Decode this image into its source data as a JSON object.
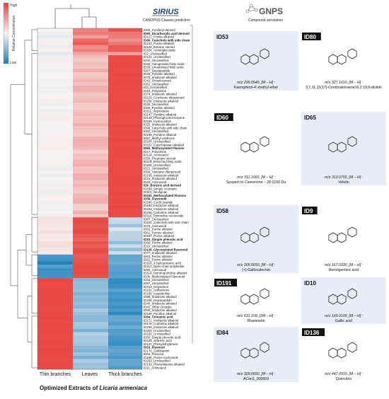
{
  "legend": {
    "high": "High",
    "low": "Low",
    "title": "Relative Concentration"
  },
  "headers": {
    "canopus_logo": "SIRIUS",
    "canopus_caption": "CANOPUS Classes prediction",
    "gnps_logo": "GNPS",
    "gnps_caption": "Compound annotation"
  },
  "columns": [
    "Thin branches",
    "Leaves",
    "Thick branches"
  ],
  "figure_caption": {
    "prefix": "Optimized Extracts of ",
    "species": "Licaria armeniaca"
  },
  "rows": [
    {
      "id": "ID92",
      "name": "Coniferyl derived",
      "bold": false
    },
    {
      "id": "ID90",
      "name": "Dicarboxylic acid derived",
      "bold": true
    },
    {
      "id": "ID127",
      "name": "Purine alkaloid",
      "bold": false
    },
    {
      "id": "ID60",
      "name": "Catechols with side chain",
      "bold": true
    },
    {
      "id": "ID142",
      "name": "Purine alkaloid",
      "bold": false
    },
    {
      "id": "ID128",
      "name": "Estrane steroid",
      "bold": false
    },
    {
      "id": "ID154",
      "name": "Aminoglycoside",
      "bold": false
    },
    {
      "id": "ID2",
      "name": "Unclassified",
      "bold": false
    },
    {
      "id": "ID121",
      "name": "Unclassified",
      "bold": false
    },
    {
      "id": "ID30",
      "name": "Unclassified",
      "bold": false
    },
    {
      "id": "ID46",
      "name": "Halogenated fatty acids",
      "bold": false
    },
    {
      "id": "ID29",
      "name": "Unsaturated fatty acids",
      "bold": false
    },
    {
      "id": "ID87",
      "name": "Depsipeptide",
      "bold": false
    },
    {
      "id": "ID35",
      "name": "Pyridine alkaloid",
      "bold": false
    },
    {
      "id": "ID79",
      "name": "Imidazole alkaloid",
      "bold": false
    },
    {
      "id": "ID43",
      "name": "Octadecanoid",
      "bold": false
    },
    {
      "id": "ID52",
      "name": "Unclassified",
      "bold": false
    },
    {
      "id": "ID3",
      "name": "Unclassified",
      "bold": false
    },
    {
      "id": "ID18",
      "name": "Polyamine",
      "bold": false
    },
    {
      "id": "ID74",
      "name": "Imidazole alkaloid",
      "bold": false
    },
    {
      "id": "ID129",
      "name": "Cembrane diterpenoid",
      "bold": false
    },
    {
      "id": "ID156",
      "name": "Imidazole alkaloid",
      "bold": false
    },
    {
      "id": "ID45",
      "name": "Unclassified",
      "bold": false
    },
    {
      "id": "ID55",
      "name": "Pyridine alkaloid",
      "bold": false
    },
    {
      "id": "ID111",
      "name": "Isoprostane",
      "bold": false
    },
    {
      "id": "ID147",
      "name": "Pyridine alkaloid",
      "bold": false
    },
    {
      "id": "ID148",
      "name": "Phloroglucinol-terpene",
      "bold": false
    },
    {
      "id": "ID109",
      "name": "Hydrocarbon",
      "bold": false
    },
    {
      "id": "ID25",
      "name": "Imidazole alkaloid",
      "bold": false
    },
    {
      "id": "ID99",
      "name": "Catechols with side chain",
      "bold": false
    },
    {
      "id": "ID82",
      "name": "Unclassified",
      "bold": false
    },
    {
      "id": "ID198",
      "name": "Pyridine alkaloid",
      "bold": false
    },
    {
      "id": "ID57",
      "name": "Methyl xanthone",
      "bold": false
    },
    {
      "id": "ID100",
      "name": "Unclassified",
      "bold": false
    },
    {
      "id": "ID152",
      "name": "Cytochalasan alkaloid",
      "bold": false
    },
    {
      "id": "ID65",
      "name": "Methoxylated Flavone",
      "bold": true
    },
    {
      "id": "ID17",
      "name": "Polyamine",
      "bold": false
    },
    {
      "id": "ID124",
      "name": "Aminoacid",
      "bold": false
    },
    {
      "id": "ID56",
      "name": "Pregnane steroid",
      "bold": false
    },
    {
      "id": "ID119",
      "name": "Branched fatty acids",
      "bold": false
    },
    {
      "id": "ID205",
      "name": "Unclassified",
      "bold": false
    },
    {
      "id": "ID21",
      "name": "Unclassified",
      "bold": false
    },
    {
      "id": "ID94",
      "name": "Abietane diterpenoid",
      "bold": false
    },
    {
      "id": "ID105",
      "name": "Imidazole alkaloid",
      "bold": false
    },
    {
      "id": "ID15",
      "name": "Imidazole alkaloid",
      "bold": false
    },
    {
      "id": "ID44",
      "name": "Aminoacid",
      "bold": false
    },
    {
      "id": "ID9",
      "name": "Benzoic acid derived",
      "bold": true
    },
    {
      "id": "ID158",
      "name": "Simple coumarin",
      "bold": false
    },
    {
      "id": "ID110",
      "name": "Neolignan",
      "bold": false
    },
    {
      "id": "ID191",
      "name": "Methoxylated Flavone",
      "bold": true
    },
    {
      "id": "ID58",
      "name": "Flavonoid",
      "bold": true
    },
    {
      "id": "ID186",
      "name": "Cyclic peptide",
      "bold": false
    },
    {
      "id": "ID183",
      "name": "Imidazole alkaloid",
      "bold": false
    },
    {
      "id": "ID153",
      "name": "Imidazole alkaloid",
      "bold": false
    },
    {
      "id": "ID155",
      "name": "Carboline alkaloid",
      "bold": false
    },
    {
      "id": "ID115",
      "name": "Pyrimidine nucleoside",
      "bold": false
    },
    {
      "id": "ID87",
      "name": "Unclassified",
      "bold": false
    },
    {
      "id": "ID161",
      "name": "Catechols with side chain",
      "bold": false
    },
    {
      "id": "ID76",
      "name": "Aminoacid",
      "bold": false
    },
    {
      "id": "ID62",
      "name": "Purine alkaloid",
      "bold": false
    },
    {
      "id": "ID61",
      "name": "Pyrrole alkaloid",
      "bold": false
    },
    {
      "id": "ID157",
      "name": "Purine alkaloid",
      "bold": false
    },
    {
      "id": "ID10",
      "name": "Simple phenolic acid",
      "bold": true
    },
    {
      "id": "ID68",
      "name": "Purine alkaloid",
      "bold": false
    },
    {
      "id": "ID19",
      "name": "Unclassified",
      "bold": false
    },
    {
      "id": "ID136",
      "name": "Glycosylated flavonoid",
      "bold": true
    },
    {
      "id": "ID77",
      "name": "Imidazole alkaloid",
      "bold": false
    },
    {
      "id": "ID63",
      "name": "Purine alkaloid",
      "bold": false
    },
    {
      "id": "ID51",
      "name": "Purine alkaloid",
      "bold": false
    },
    {
      "id": "ID116",
      "name": "3-Spirotetramic acid",
      "bold": false
    },
    {
      "id": "ID112",
      "name": "Open-chain polyketide",
      "bold": false
    },
    {
      "id": "ID96",
      "name": "Aminoacid",
      "bold": false
    },
    {
      "id": "ID114",
      "name": "Pyrroloquinoline alkaloid",
      "bold": false
    },
    {
      "id": "ID36",
      "name": "Methoxylated Flavonoid",
      "bold": false
    },
    {
      "id": "ID22",
      "name": "Unclassified",
      "bold": false
    },
    {
      "id": "ID97",
      "name": "Unclassified",
      "bold": false
    },
    {
      "id": "ID103",
      "name": "Depsidone",
      "bold": false
    },
    {
      "id": "ID151",
      "name": "Isoflavones",
      "bold": false
    },
    {
      "id": "ID166",
      "name": "Isoquinoline",
      "bold": false
    },
    {
      "id": "ID88",
      "name": "Imidazole alkaloid",
      "bold": false
    },
    {
      "id": "ID195",
      "name": "Depsipeptide",
      "bold": false
    },
    {
      "id": "ID48",
      "name": "Imidazole alkaloid",
      "bold": false
    },
    {
      "id": "ID42",
      "name": "Other Octadec",
      "bold": false
    },
    {
      "id": "ID95",
      "name": "Imidazole alkaloid",
      "bold": false
    },
    {
      "id": "ID189",
      "name": "Pyridine alkaloid",
      "bold": false
    },
    {
      "id": "ID84",
      "name": "Cinnamic acid",
      "bold": true
    },
    {
      "id": "ID172",
      "name": "Imidazole alkaloid",
      "bold": false
    },
    {
      "id": "ID178",
      "name": "Carboline alkaloid",
      "bold": false
    },
    {
      "id": "ID169",
      "name": "Imidazole alkaloid",
      "bold": false
    },
    {
      "id": "ID204",
      "name": "Unclassified",
      "bold": false
    },
    {
      "id": "ID150",
      "name": "Unclassified",
      "bold": false
    },
    {
      "id": "ID50",
      "name": "Simple phenolic acid",
      "bold": false
    },
    {
      "id": "ID125",
      "name": "Shikimic acid",
      "bold": false
    },
    {
      "id": "ID137",
      "name": "Phenylethylamine",
      "bold": false
    },
    {
      "id": "ID53",
      "name": "Flavonol",
      "bold": true
    },
    {
      "id": "ID176",
      "name": "Gallotannin",
      "bold": false
    },
    {
      "id": "ID64",
      "name": "Flavonol",
      "bold": false
    },
    {
      "id": "ID196",
      "name": "Purine nucleoside",
      "bold": false
    },
    {
      "id": "ID203",
      "name": "Unclassified",
      "bold": false
    },
    {
      "id": "ID133",
      "name": "Phenylalanine alkaloid",
      "bold": false
    },
    {
      "id": "ID11",
      "name": "Aminoacid",
      "bold": false
    }
  ],
  "compounds": [
    {
      "id": "ID53",
      "mz": "m/z 299.0540, [M – H]⁻",
      "name": "Kaempferol-4'-methyl ether",
      "accent": "#e8eef8"
    },
    {
      "id": "ID80",
      "mz": "m/z 327.1610, [M – H]⁻",
      "name": "3,7,11,15(17)-Cembratetraene16,2:19,6-diolide",
      "accent": "#ffffff"
    },
    {
      "id": "ID60",
      "mz": "m/z 311.1660, [M – H]⁻",
      "name": "Suspect to Canrenone – 28.0150 Da",
      "accent": "#ffffff"
    },
    {
      "id": "ID65",
      "mz": "m/z 313.0700, [M – H]⁻",
      "name": "Velutin",
      "accent": "#e8eef8"
    },
    {
      "id": "ID58",
      "mz": "m/z 305.0650, [M – H]⁻",
      "name": "(+)-Gallocatechin",
      "accent": "#e8eef8"
    },
    {
      "id": "ID9",
      "mz": "m/z 167.0330, [M – H]⁻",
      "name": "Homogentisic acid",
      "accent": "#ffffff"
    },
    {
      "id": "ID191",
      "mz": "m/z 631.109, [2M – H]⁻",
      "name": "Rhamnetin",
      "accent": "#ffffff"
    },
    {
      "id": "ID10",
      "mz": "m/z 169.0100, [M – H]⁻",
      "name": "Gallic acid",
      "accent": "#e8eef8"
    },
    {
      "id": "ID84",
      "mz": "m/z 329.0650, [M – H]⁻",
      "name": "ACon1_000669",
      "accent": "#e8eef8"
    },
    {
      "id": "ID136",
      "mz": "m/z 447.0910, [M – H]⁻",
      "name": "Quercitrin",
      "accent": "#ffffff"
    }
  ],
  "colors": {
    "high": "#e8403a",
    "mid": "#f7f4f3",
    "low": "#1a7fbd"
  }
}
